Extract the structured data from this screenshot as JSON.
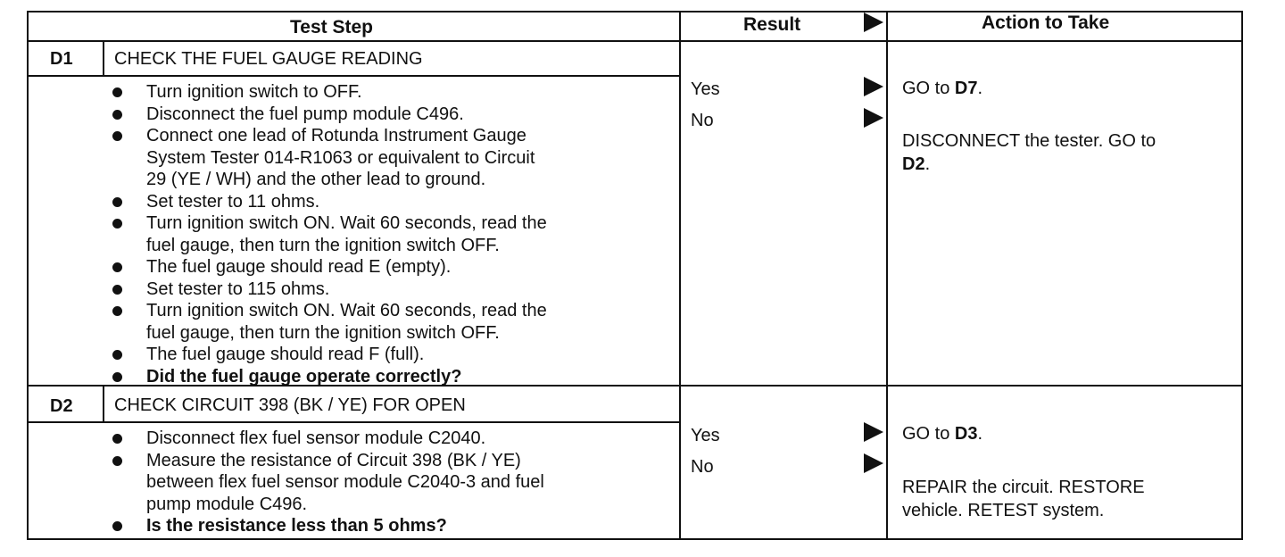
{
  "header": {
    "test_step": "Test Step",
    "result": "Result",
    "action": "Action to Take"
  },
  "steps": [
    {
      "id": "D1",
      "title": "CHECK THE FUEL GAUGE READING",
      "bullets": [
        "Turn ignition switch to OFF.",
        "Disconnect the fuel pump module C496.",
        "Connect one lead of Rotunda Instrument Gauge\nSystem Tester 014-R1063 or equivalent to Circuit\n29 (YE / WH) and the other lead to ground.",
        "Set tester to 11 ohms.",
        "Turn ignition switch ON. Wait 60 seconds, read the\nfuel gauge, then turn the ignition switch OFF.",
        "The fuel gauge should read E (empty).",
        "Set tester to 115 ohms.",
        "Turn ignition switch ON. Wait 60 seconds, read the\nfuel gauge, then turn the ignition switch OFF.",
        "The fuel gauge should read F (full).",
        "Did the fuel gauge operate correctly?"
      ],
      "results": [
        {
          "label": "Yes",
          "action_text": "GO to ",
          "action_bold": "D7",
          "action_tail": "."
        },
        {
          "label": "No",
          "action_text": "DISCONNECT the tester. GO to\n",
          "action_bold": "D2",
          "action_tail": "."
        }
      ]
    },
    {
      "id": "D2",
      "title": "CHECK CIRCUIT 398 (BK / YE) FOR OPEN",
      "bullets": [
        "Disconnect flex fuel sensor module C2040.",
        "Measure the resistance of Circuit 398 (BK / YE)\nbetween flex fuel sensor module C2040-3 and fuel\npump module C496.",
        "Is the resistance less than 5 ohms?"
      ],
      "results": [
        {
          "label": "Yes",
          "action_text": "GO to ",
          "action_bold": "D3",
          "action_tail": "."
        },
        {
          "label": "No",
          "action_text": "REPAIR the circuit. RESTORE\nvehicle. RETEST system.",
          "action_bold": "",
          "action_tail": ""
        }
      ]
    }
  ]
}
